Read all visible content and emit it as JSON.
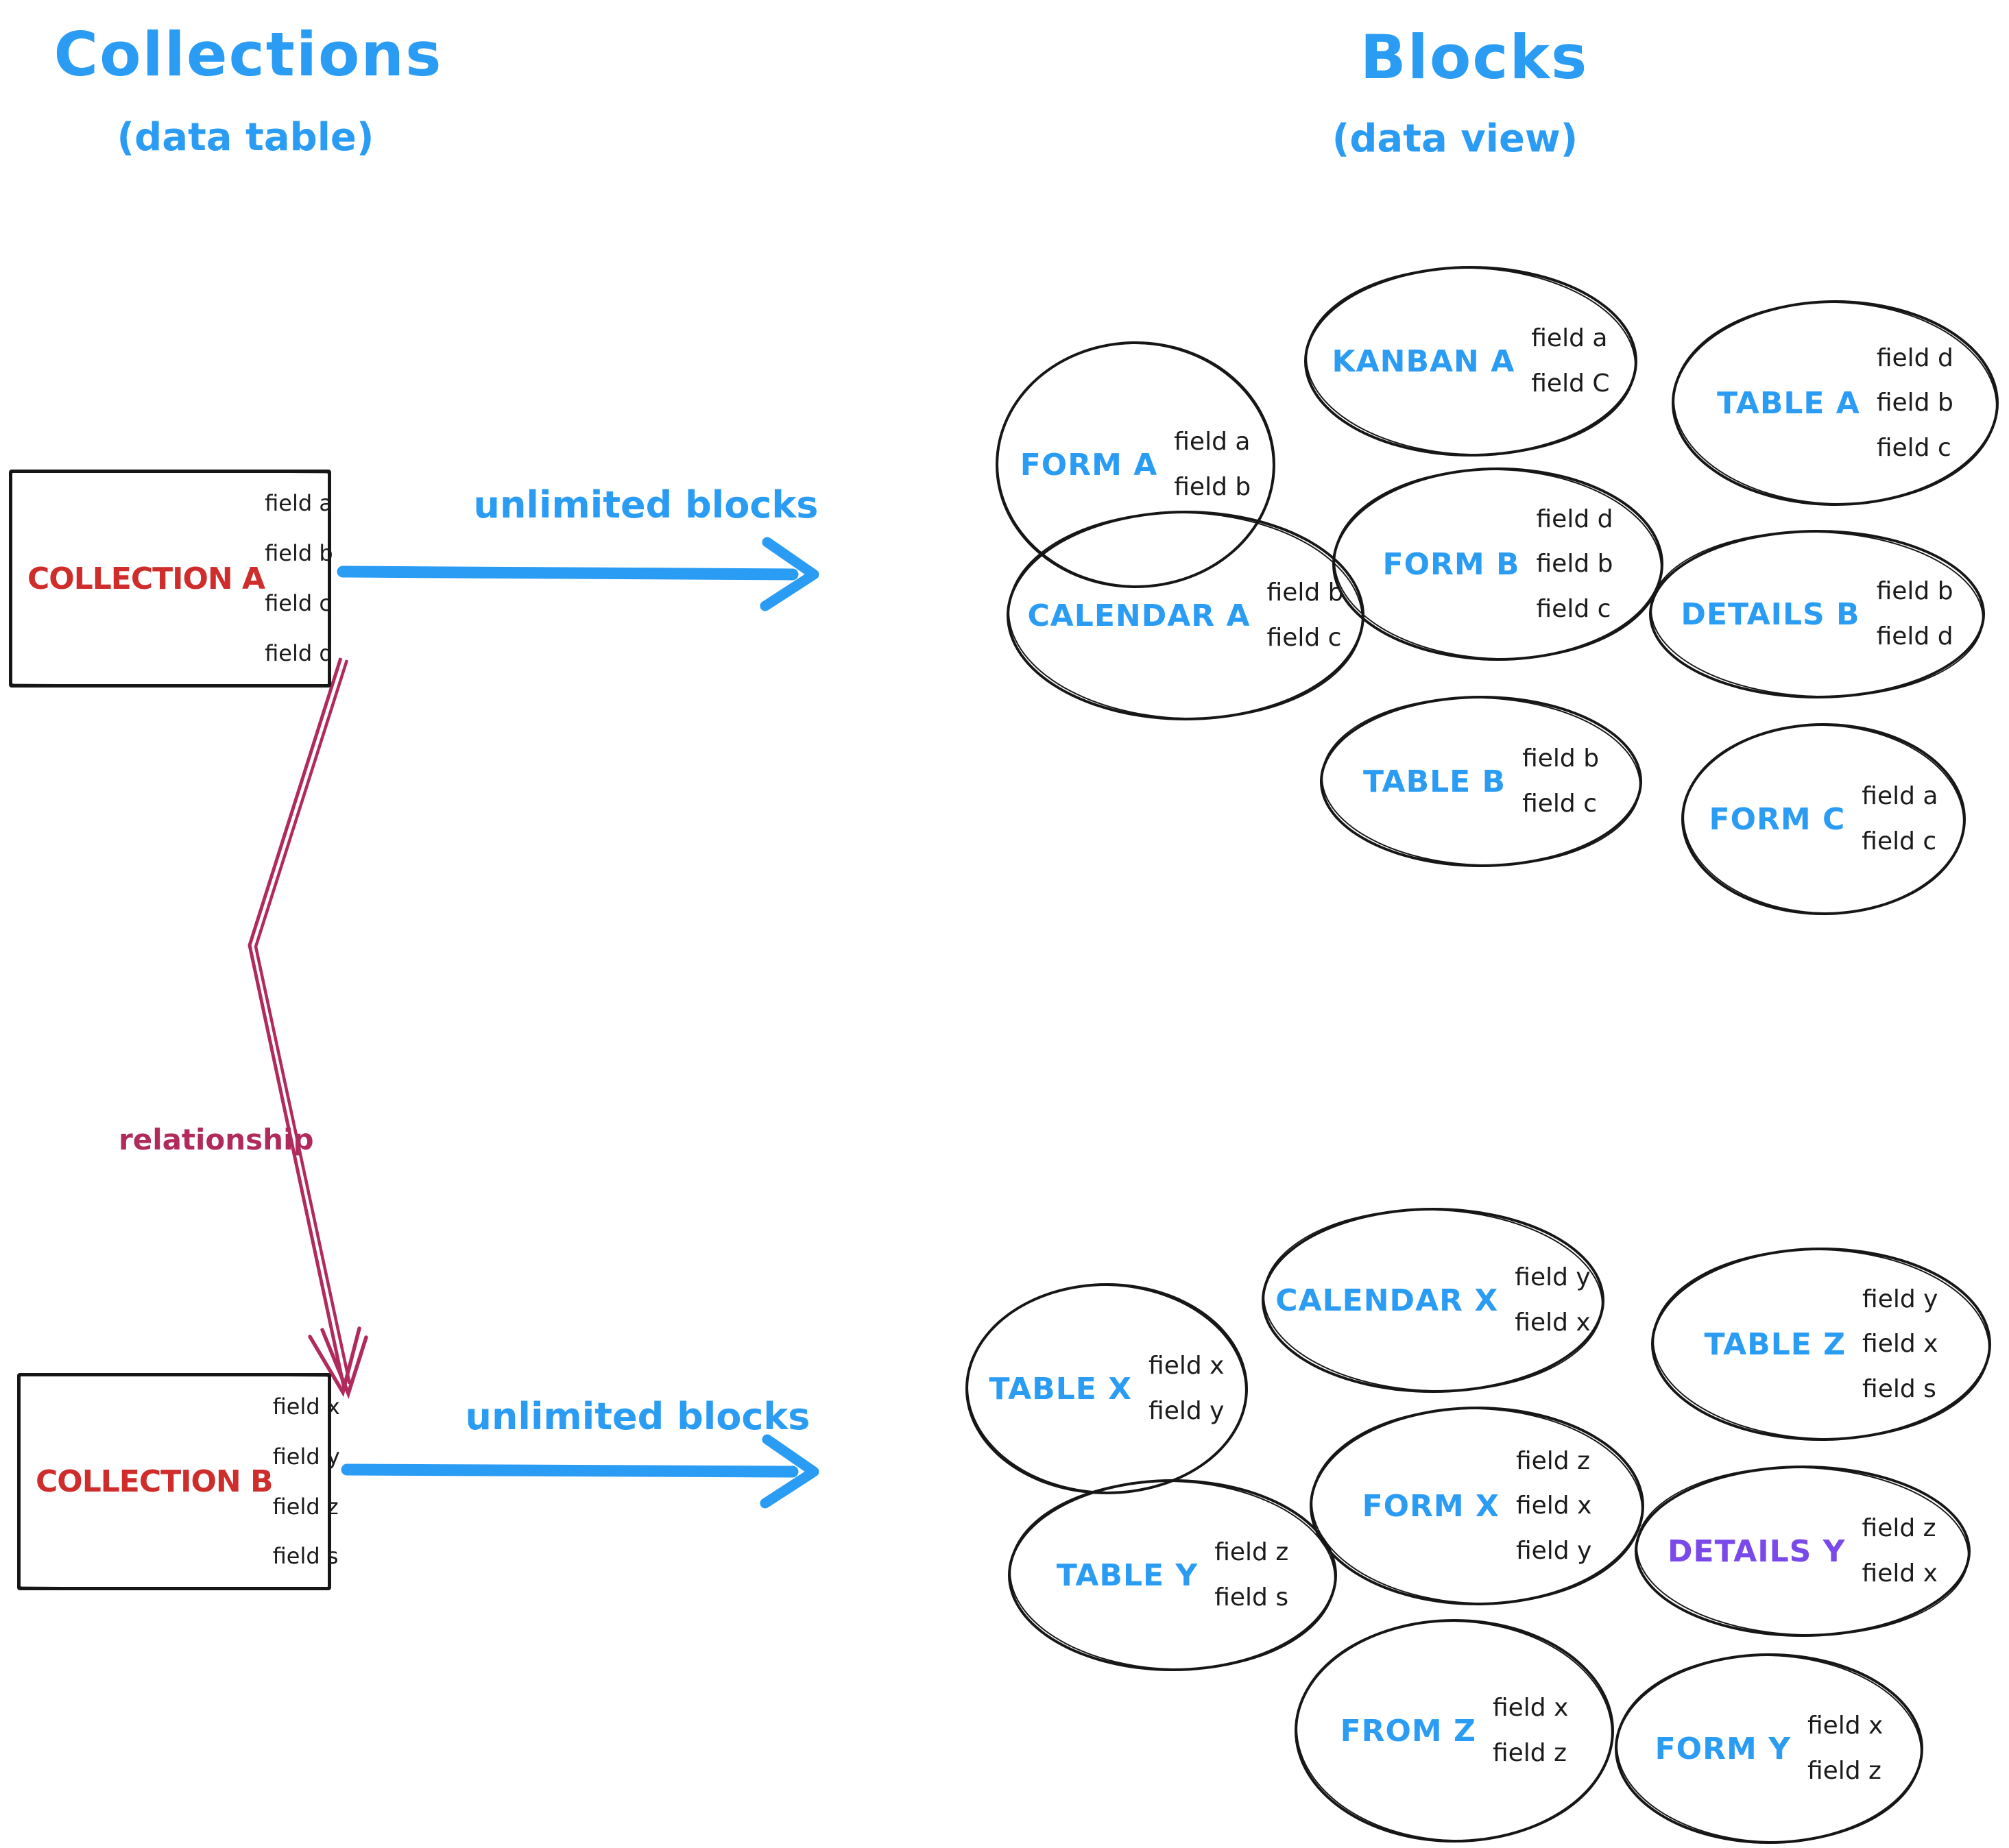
{
  "palette": {
    "blue": "#2b9cf4",
    "red": "#cf2c2c",
    "pink": "#b12a5c",
    "purple": "#7a49ea",
    "ink": "#1b1b1b"
  },
  "titles": {
    "left": {
      "title": "Collections",
      "subtitle": "(data table)"
    },
    "right": {
      "title": "Blocks",
      "subtitle": "(data view)"
    }
  },
  "labels": {
    "unlimited_blocks_a": "unlimited blocks",
    "unlimited_blocks_b": "unlimited blocks",
    "relationship": "relationship"
  },
  "collections": {
    "a": {
      "name": "COLLECTION A",
      "fields": [
        "field a",
        "field b",
        "field c",
        "field d"
      ]
    },
    "b": {
      "name": "COLLECTION B",
      "fields": [
        "field x",
        "field y",
        "field z",
        "field s"
      ]
    }
  },
  "blocks_a": [
    {
      "name": "FORM A",
      "fields": [
        "field a",
        "field b"
      ]
    },
    {
      "name": "KANBAN A",
      "fields": [
        "field a",
        "field C"
      ]
    },
    {
      "name": "TABLE A",
      "fields": [
        "field d",
        "field b",
        "field c"
      ]
    },
    {
      "name": "CALENDAR A",
      "fields": [
        "field b",
        "field c"
      ]
    },
    {
      "name": "FORM B",
      "fields": [
        "field d",
        "field b",
        "field c"
      ]
    },
    {
      "name": "DETAILS B",
      "fields": [
        "field b",
        "field d"
      ]
    },
    {
      "name": "TABLE B",
      "fields": [
        "field b",
        "field c"
      ]
    },
    {
      "name": "FORM C",
      "fields": [
        "field a",
        "field c"
      ]
    }
  ],
  "blocks_b": [
    {
      "name": "TABLE X",
      "fields": [
        "field x",
        "field y"
      ]
    },
    {
      "name": "CALENDAR X",
      "fields": [
        "field y",
        "field x"
      ]
    },
    {
      "name": "TABLE Z",
      "fields": [
        "field y",
        "field x",
        "field s"
      ]
    },
    {
      "name": "TABLE Y",
      "fields": [
        "field z",
        "field s"
      ]
    },
    {
      "name": "FORM X",
      "fields": [
        "field z",
        "field x",
        "field y"
      ]
    },
    {
      "name": "DETAILS Y",
      "fields": [
        "field z",
        "field x"
      ]
    },
    {
      "name": "FROM Z",
      "fields": [
        "field x",
        "field z"
      ]
    },
    {
      "name": "FORM Y",
      "fields": [
        "field x",
        "field z"
      ]
    }
  ]
}
